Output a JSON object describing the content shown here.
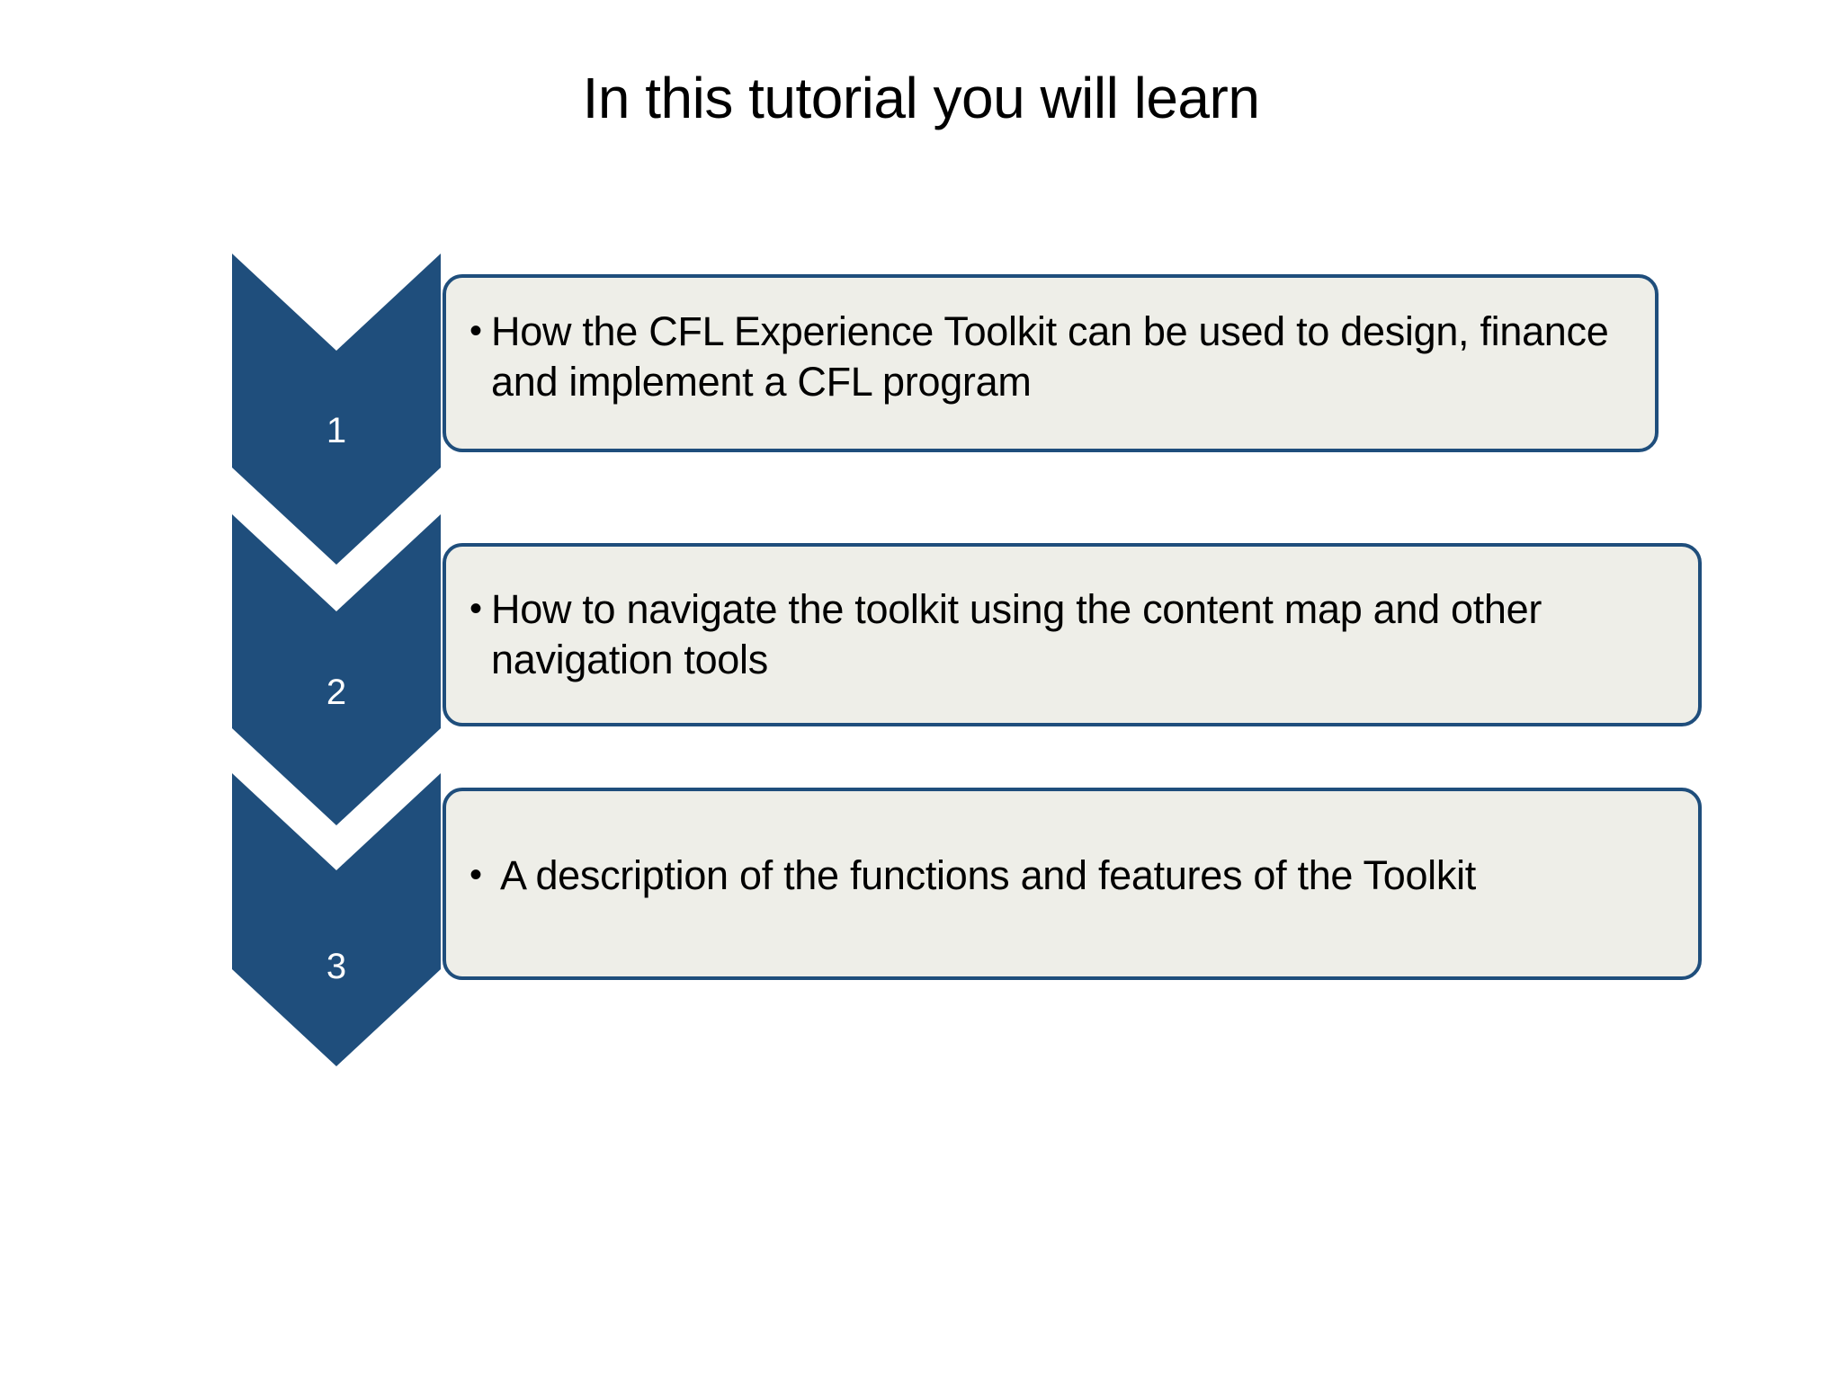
{
  "slide": {
    "title": "In this tutorial you will learn",
    "background_color": "#FFFFFF"
  },
  "theme": {
    "accent_blue": "#1F4E7C",
    "box_fill": "#EEEEE8",
    "box_border": "#1F4E7C",
    "number_color": "#FFFFFF",
    "text_color": "#000000"
  },
  "diagram": {
    "type": "vertical-chevron-list",
    "steps": [
      {
        "number": "1",
        "bullet": "•",
        "text": "How the CFL Experience Toolkit can be used to design, finance and implement a CFL program"
      },
      {
        "number": "2",
        "bullet": "•",
        "text": "How to navigate the toolkit using the content map and other navigation tools"
      },
      {
        "number": "3",
        "bullet": "•",
        "text": " A description of the functions and features of the Toolkit"
      }
    ]
  }
}
